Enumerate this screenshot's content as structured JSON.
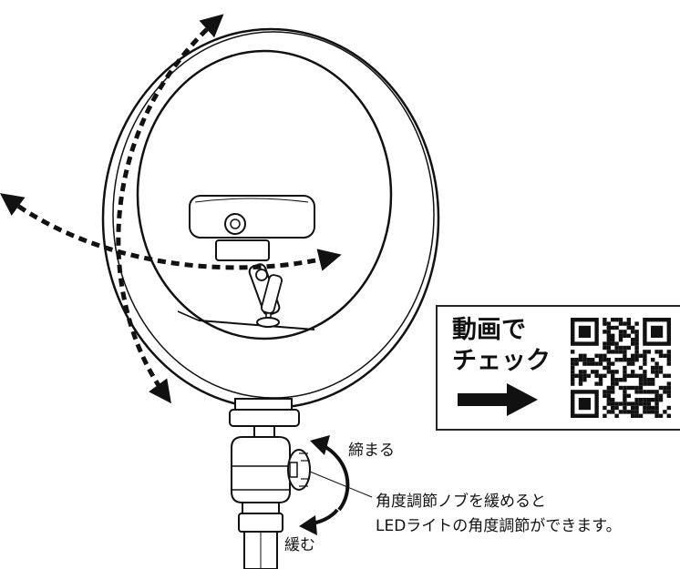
{
  "labels": {
    "tighten": "締まる",
    "loosen": "緩む",
    "description_line1": "角度調節ノブを緩めると",
    "description_line2": "LEDライトの角度調節ができます。"
  },
  "video_panel": {
    "line1": "動画で",
    "line2": "チェック",
    "arrow_icon": "right-arrow-icon",
    "qr_icon": "qr-code-icon"
  },
  "colors": {
    "line": "#111111",
    "background": "#ffffff"
  }
}
